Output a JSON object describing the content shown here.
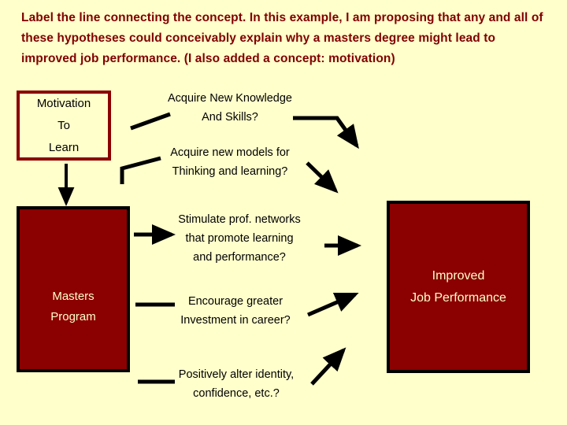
{
  "slide": {
    "background_color": "#FFFFCC",
    "header": {
      "text": "Label the line connecting the concept.  In this example, I am proposing that any and all of these hypotheses could conceivably explain why a masters degree might lead to improved job performance.  (I also added a concept: motivation)",
      "color": "#800000"
    },
    "boxes": [
      {
        "id": "motivation",
        "label": "Motivation\nTo\nLearn",
        "lines": [
          "Motivation",
          "To",
          "Learn"
        ],
        "fill": "#FFFFCC",
        "border_color": "#8B0000",
        "text_color": "#000000"
      },
      {
        "id": "masters",
        "label": "Masters\nProgram",
        "lines": [
          "Masters",
          "Program"
        ],
        "fill": "#8B0000",
        "border_color": "#000000",
        "text_color": "#FFFFCC"
      },
      {
        "id": "performance",
        "label": "Improved\nJob Performance",
        "lines": [
          "Improved",
          "Job Performance"
        ],
        "fill": "#8B0000",
        "border_color": "#000000",
        "text_color": "#FFFFCC"
      }
    ],
    "hypotheses": [
      {
        "id": "hyp-1",
        "lines": [
          "Acquire New Knowledge",
          "And Skills?"
        ]
      },
      {
        "id": "hyp-2",
        "lines": [
          "Acquire new models for",
          "Thinking and learning?"
        ]
      },
      {
        "id": "hyp-3",
        "lines": [
          "Stimulate prof. networks",
          "that promote learning",
          "and performance?"
        ]
      },
      {
        "id": "hyp-4",
        "lines": [
          "Encourage greater",
          "Investment in career?"
        ]
      },
      {
        "id": "hyp-5",
        "lines": [
          "Positively alter identity,",
          "confidence, etc.?"
        ]
      }
    ],
    "connector_color": "#000000"
  }
}
